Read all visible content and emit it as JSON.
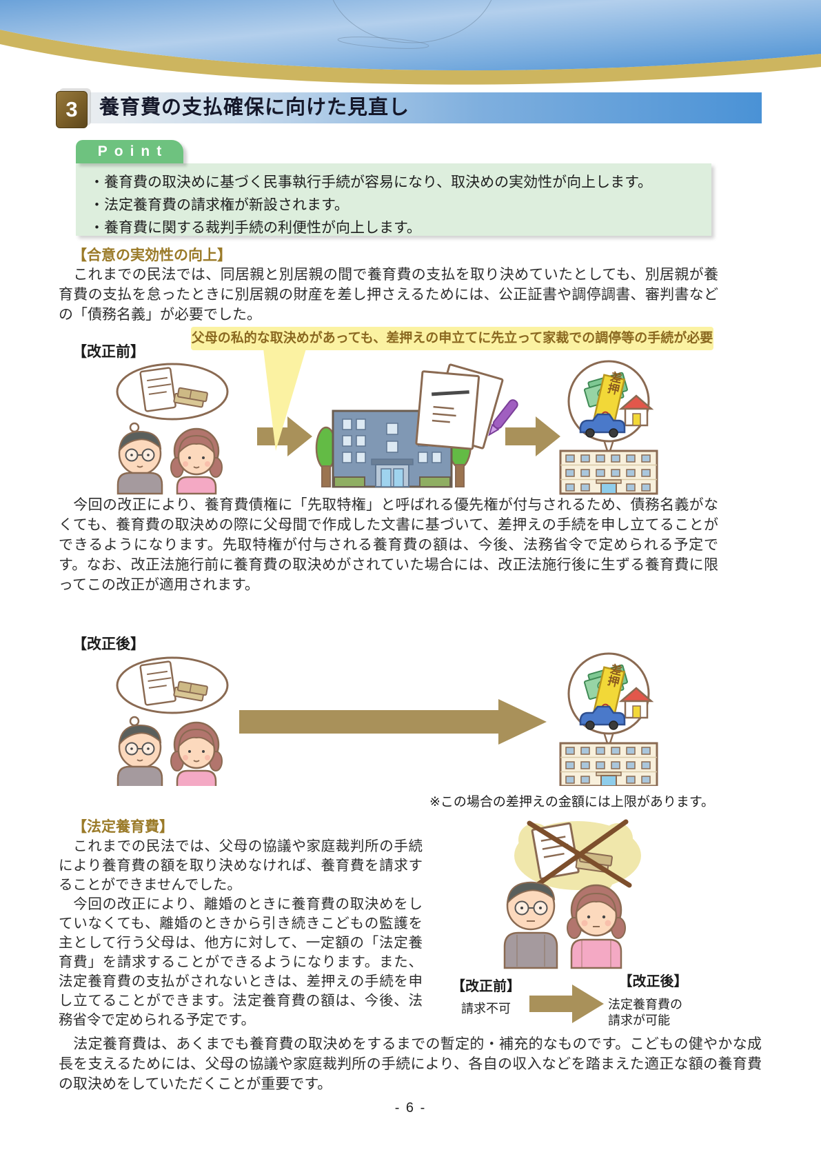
{
  "header": {
    "section_number": "3",
    "title": "養育費の支払確保に向けた見直し"
  },
  "point": {
    "label": "Point",
    "bullets": [
      "・養育費の取決めに基づく民事執行手続が容易になり、取決めの実効性が向上します。",
      "・法定養育費の請求権が新設されます。",
      "・養育費に関する裁判手続の利便性が向上します。"
    ]
  },
  "section_agreement": {
    "heading": "【合意の実効性の向上】",
    "paragraph_before": "　これまでの民法では、同居親と別居親の間で養育費の支払を取り決めていたとしても、別居親が養育費の支払を怠ったときに別居親の財産を差し押さえるためには、公正証書や調停調書、審判書などの「債務名義」が必要でした。",
    "callout": "父母の私的な取決めがあっても、差押えの申立てに先立って家裁での調停等の手続が必要",
    "before_label": "【改正前】",
    "paragraph_after": "　今回の改正により、養育費債権に「先取特権」と呼ばれる優先権が付与されるため、債務名義がなくても、養育費の取決めの際に父母間で作成した文書に基づいて、差押えの手続を申し立てることができるようになります。先取特権が付与される養育費の額は、今後、法務省令で定められる予定です。なお、改正法施行前に養育費の取決めがされていた場合には、改正法施行後に生ずる養育費に限ってこの改正が適用されます。",
    "after_label": "【改正後】",
    "note": "※この場合の差押えの金額には上限があります。"
  },
  "section_statutory": {
    "heading": "【法定養育費】",
    "paragraph1": "　これまでの民法では、父母の協議や家庭裁判所の手続により養育費の額を取り決めなければ、養育費を請求することができませんでした。",
    "paragraph2": "　今回の改正により、離婚のときに養育費の取決めをしていなくても、離婚のときから引き続きこどもの監護を主として行う父母は、他方に対して、一定額の「法定養育費」を請求することができるようになります。また、法定養育費の支払がされないときは、差押えの手続を申し立てることができます。法定養育費の額は、今後、法務省令で定められる予定です。",
    "before_label": "【改正前】",
    "before_caption": "請求不可",
    "after_label": "【改正後】",
    "after_caption": "法定養育費の\n請求が可能",
    "closing": "　法定養育費は、あくまでも養育費の取決めをするまでの暫定的・補充的なものです。こどもの健やかな成長を支えるためには、父母の協議や家庭裁判所の手続により、各自の収入などを踏まえた適正な額の養育費の取決めをしていただくことが重要です。"
  },
  "illustration": {
    "seizure_tag": "差押"
  },
  "page": {
    "number_label": "- 6 -"
  },
  "colors": {
    "title_bar_blue": "#4a92d6",
    "section_badge_brown": "#7a5e28",
    "point_green": "#6ec27f",
    "point_bg": "#ddeedd",
    "heading_brown": "#9a7a28",
    "callout_bg": "#fbf2a2",
    "callout_text": "#8a6820",
    "arrow_tan": "#a9915a",
    "header_gold": "#cdb55f"
  }
}
